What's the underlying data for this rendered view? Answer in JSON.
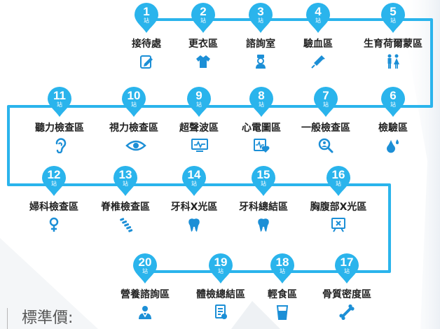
{
  "zhan_char": "站",
  "price_label": "標準價:",
  "stations": {
    "s1": {
      "num": "1",
      "name": "接待處",
      "icon": "clipboard-pen-icon"
    },
    "s2": {
      "num": "2",
      "name": "更衣區",
      "icon": "shirt-icon"
    },
    "s3": {
      "num": "3",
      "name": "諮詢室",
      "icon": "nurse-icon"
    },
    "s4": {
      "num": "4",
      "name": "驗血區",
      "icon": "syringe-icon"
    },
    "s5": {
      "num": "5",
      "name": "生育荷爾蒙區",
      "icon": "male-female-icon"
    },
    "s6": {
      "num": "6",
      "name": "檢驗區",
      "icon": "drop-icon"
    },
    "s7": {
      "num": "7",
      "name": "一般檢查區",
      "icon": "magnifier-person-icon"
    },
    "s8": {
      "num": "8",
      "name": "心電圖區",
      "icon": "ecg-heart-icon"
    },
    "s9": {
      "num": "9",
      "name": "超聲波區",
      "icon": "monitor-icon"
    },
    "s10": {
      "num": "10",
      "name": "視力檢查區",
      "icon": "eye-icon"
    },
    "s11": {
      "num": "11",
      "name": "聽力檢查區",
      "icon": "ear-icon"
    },
    "s12": {
      "num": "12",
      "name": "婦科檢查區",
      "icon": "female-symbol-icon"
    },
    "s13": {
      "num": "13",
      "name": "脊椎檢查區",
      "icon": "spine-icon"
    },
    "s14": {
      "num": "14",
      "name": "牙科X光區",
      "icon": "tooth-icon"
    },
    "s15": {
      "num": "15",
      "name": "牙科總結區",
      "icon": "tooth-icon"
    },
    "s16": {
      "num": "16",
      "name": "胸腹部X光區",
      "icon": "xray-board-icon"
    },
    "s17": {
      "num": "17",
      "name": "骨質密度區",
      "icon": "bone-icon"
    },
    "s18": {
      "num": "18",
      "name": "輕食區",
      "icon": "cup-icon"
    },
    "s19": {
      "num": "19",
      "name": "體檢總結區",
      "icon": "report-icon"
    },
    "s20": {
      "num": "20",
      "name": "營養諮詢區",
      "icon": "doctor-icon"
    }
  },
  "colors": {
    "accent": "#2ab4ec",
    "icon": "#1c8fd6",
    "text": "#222222"
  }
}
